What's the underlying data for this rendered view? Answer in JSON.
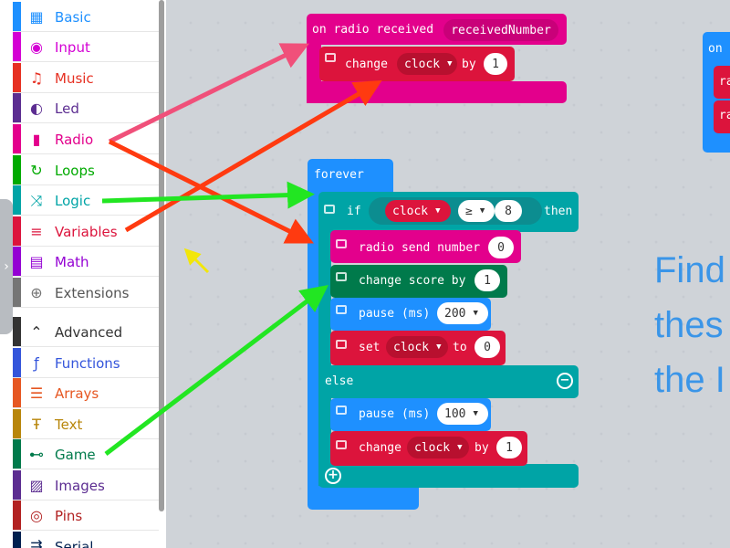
{
  "toolbox": {
    "categories": [
      {
        "label": "Basic",
        "icon": "grid-icon",
        "color": "#1e90ff",
        "glyph": "▦"
      },
      {
        "label": "Input",
        "icon": "input-circle-icon",
        "color": "#d400d4",
        "glyph": "◉"
      },
      {
        "label": "Music",
        "icon": "headphones-icon",
        "color": "#e63022",
        "glyph": "♫"
      },
      {
        "label": "Led",
        "icon": "toggle-icon",
        "color": "#5c2d91",
        "glyph": "◐"
      },
      {
        "label": "Radio",
        "icon": "signal-bars-icon",
        "color": "#e3008c",
        "glyph": "▮"
      },
      {
        "label": "Loops",
        "icon": "loop-arrow-icon",
        "color": "#00aa00",
        "glyph": "↻"
      },
      {
        "label": "Logic",
        "icon": "shuffle-icon",
        "color": "#00a4a6",
        "glyph": "⤨"
      },
      {
        "label": "Variables",
        "icon": "list-lines-icon",
        "color": "#dc143c",
        "glyph": "≡"
      },
      {
        "label": "Math",
        "icon": "calculator-icon",
        "color": "#9400d3",
        "glyph": "▤"
      },
      {
        "label": "Extensions",
        "icon": "plus-circle-icon",
        "color": "#757575",
        "glyph": "⊕"
      },
      {
        "label": "Advanced",
        "icon": "chevron-up-icon",
        "color": "#333333",
        "glyph": "⌃"
      },
      {
        "label": "Functions",
        "icon": "function-icon",
        "color": "#3455db",
        "glyph": "ƒ"
      },
      {
        "label": "Arrays",
        "icon": "array-list-icon",
        "color": "#e65722",
        "glyph": "☰"
      },
      {
        "label": "Text",
        "icon": "text-icon",
        "color": "#b8860b",
        "glyph": "Ŧ"
      },
      {
        "label": "Game",
        "icon": "gamepad-icon",
        "color": "#007a4b",
        "glyph": "⊷"
      },
      {
        "label": "Images",
        "icon": "image-icon",
        "color": "#5c2d91",
        "glyph": "▨"
      },
      {
        "label": "Pins",
        "icon": "target-icon",
        "color": "#b22222",
        "glyph": "◎"
      },
      {
        "label": "Serial",
        "icon": "usb-icon",
        "color": "#002050",
        "glyph": "⇶"
      }
    ]
  },
  "blocks": {
    "radio_received": {
      "label": "on radio received",
      "param": "receivedNumber",
      "change_label": "change",
      "change_var": "clock",
      "by_label": "by",
      "by_value": "1"
    },
    "right_partial": {
      "label": "on",
      "row1": "ra",
      "row2": "ra"
    },
    "forever": {
      "label": "forever",
      "if_label": "if",
      "cond_var": "clock",
      "cond_op": "≥",
      "cond_value": "8",
      "then_label": "then",
      "radio_send_label": "radio send number",
      "radio_send_value": "0",
      "change_score_label": "change score by",
      "change_score_value": "1",
      "pause_label": "pause (ms)",
      "pause1_value": "200",
      "set_label": "set",
      "set_var": "clock",
      "to_label": "to",
      "set_value": "0",
      "else_label": "else",
      "pause2_value": "100",
      "change_label": "change",
      "change_var": "clock",
      "by_label": "by",
      "change_value": "1"
    }
  },
  "overlay_text": "Find\nthes\nthe I",
  "colors": {
    "arrow_pink": "#f0507a",
    "arrow_red": "#ff3a10",
    "arrow_green": "#22e622",
    "arrow_yellow": "#f2e60a"
  }
}
